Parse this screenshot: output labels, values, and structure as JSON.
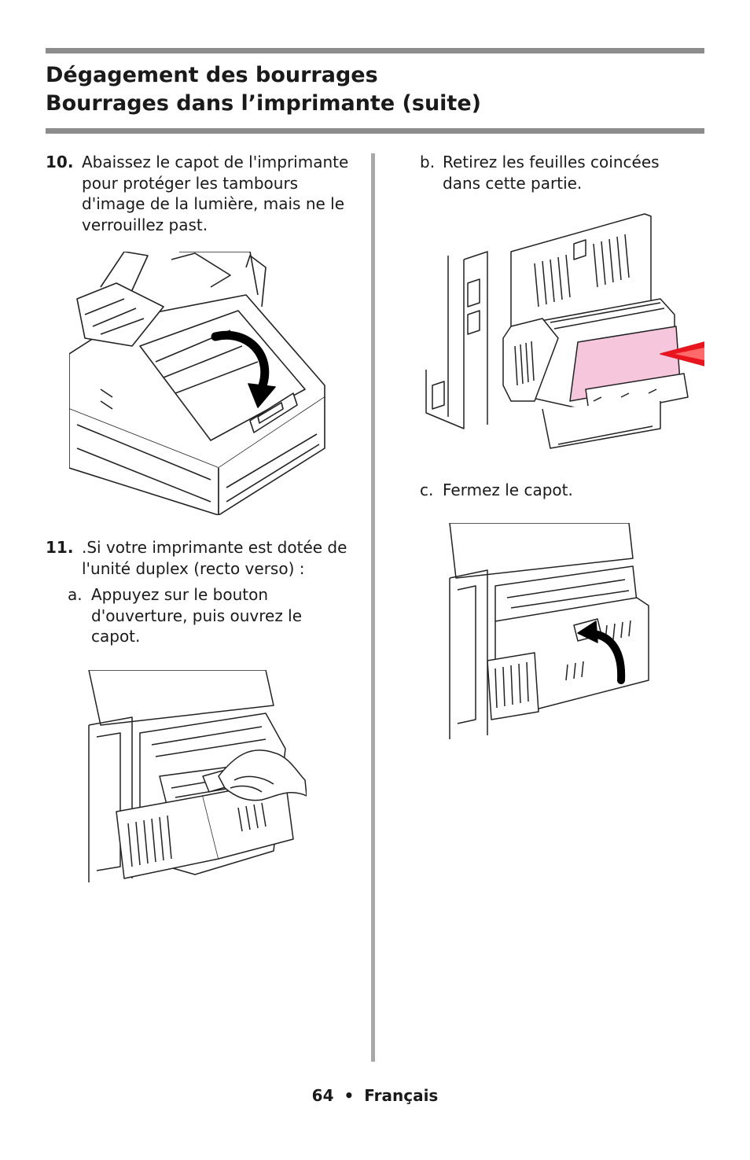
{
  "header": {
    "title_line1": "Dégagement des bourrages",
    "title_line2": "Bourrages dans l’imprimante  (suite)"
  },
  "steps": {
    "step10": {
      "number": "10.",
      "text": "Abaissez le capot de l'imprimante pour protéger les tambours d'image de la lumière, mais ne le verrouillez past."
    },
    "step11": {
      "number": "11.",
      "text": ".Si votre imprimante est dotée de l'unité duplex (recto verso) :",
      "sub_a": {
        "letter": "a.",
        "text": "Appuyez sur le bouton d'ouverture, puis ouvrez le capot."
      },
      "sub_b": {
        "letter": "b.",
        "text": "Retirez les feuilles coincées dans cette partie."
      },
      "sub_c": {
        "letter": "c.",
        "text": "Fermez le capot."
      }
    }
  },
  "footer": {
    "page_number": "64",
    "bullet": "•",
    "language": "Français"
  },
  "colors": {
    "rule": "#8c8c8c",
    "divider": "#a8a8a8",
    "jam_paper": "#f6c6dc",
    "arrow_red": "#e8141e"
  }
}
